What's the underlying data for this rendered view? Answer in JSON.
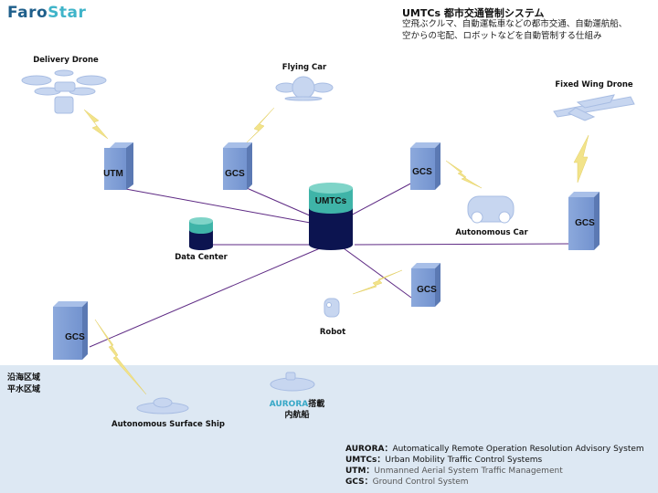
{
  "logo": {
    "part1": "Faro",
    "part2": "Star"
  },
  "header": {
    "title": "UMTCs 都市交通管制システム",
    "desc_line1": "空飛ぶクルマ、自動運転車などの都市交通、自動運航船、",
    "desc_line2": "空からの宅配、ロボットなどを自動管制する仕組み"
  },
  "nodes": {
    "umtcs": "UMTCs",
    "utm": "UTM",
    "gcs_top_left": "GCS",
    "gcs_top_right": "GCS",
    "gcs_far_right": "GCS",
    "gcs_middle_right": "GCS",
    "gcs_left": "GCS"
  },
  "labels": {
    "delivery_drone": "Delivery Drone",
    "flying_car": "Flying Car",
    "fixed_wing_drone": "Fixed Wing Drone",
    "autonomous_car": "Autonomous Car",
    "data_center": "Data Center",
    "robot": "Robot",
    "surface_ship": "Autonomous Surface Ship",
    "coastal_line1": "沿海区域",
    "coastal_line2": "平水区域",
    "aurora_name": "AURORA",
    "aurora_suffix": "搭載",
    "aurora_line2": "内航船"
  },
  "legend": [
    {
      "key": "AURORA：",
      "value": "Automatically Remote Operation Resolution Advisory System"
    },
    {
      "key": "UMTCs：",
      "value": "Urban Mobility Traffic Control Systems"
    },
    {
      "key": "UTM：",
      "value": "Unmanned Aerial System Traffic Management"
    },
    {
      "key": "GCS：",
      "value": "Ground Control System"
    }
  ],
  "colors": {
    "box_front": "#7f9fd6",
    "box_side": "#5b79b3",
    "umtcs_body": "#0c1450",
    "umtcs_top": "#3fb4a8",
    "line": "#5e2a84",
    "bolt": "#f2e38a",
    "vehicle": "#c7d6f0",
    "sea": "#dde8f3"
  }
}
